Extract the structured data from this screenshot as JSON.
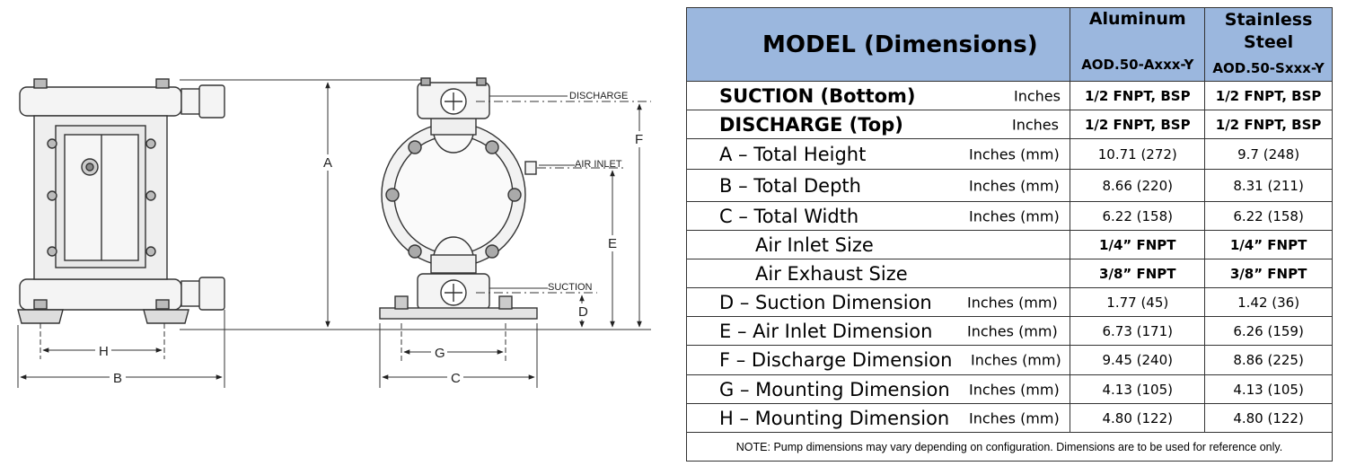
{
  "drawing": {
    "labels": {
      "discharge": "DISCHARGE",
      "air_inlet": "AIR INLET",
      "suction": "SUCTION",
      "a": "A",
      "b": "B",
      "c": "C",
      "d": "D",
      "e": "E",
      "f": "F",
      "g": "G",
      "h": "H"
    }
  },
  "table": {
    "header": {
      "model": "MODEL (Dimensions)",
      "aluminum_line1": "Aluminum",
      "aluminum_code": "AOD.50-Axxx-Y",
      "stainless_line1": "Stainless",
      "stainless_line2": "Steel",
      "stainless_code": "AOD.50-Sxxx-Y"
    },
    "rows": [
      {
        "label": "SUCTION (Bottom)",
        "unit": "Inches",
        "aluminum": "1/2 FNPT, BSP",
        "stainless": "1/2 FNPT, BSP"
      },
      {
        "label": "DISCHARGE (Top)",
        "unit": "Inches",
        "aluminum": "1/2 FNPT, BSP",
        "stainless": "1/2 FNPT, BSP"
      },
      {
        "label": "A – Total Height",
        "unit": "Inches (mm)",
        "aluminum": "10.71 (272)",
        "stainless": "9.7 (248)"
      },
      {
        "label": "B – Total Depth",
        "unit": "Inches (mm)",
        "aluminum": "8.66 (220)",
        "stainless": "8.31 (211)"
      },
      {
        "label": "C – Total Width",
        "unit": "Inches (mm)",
        "aluminum": "6.22 (158)",
        "stainless": "6.22 (158)"
      },
      {
        "label": "Air Inlet Size",
        "unit": "",
        "aluminum": "1/4” FNPT",
        "stainless": "1/4” FNPT"
      },
      {
        "label": "Air Exhaust Size",
        "unit": "",
        "aluminum": "3/8” FNPT",
        "stainless": "3/8” FNPT"
      },
      {
        "label": "D – Suction Dimension",
        "unit": "Inches (mm)",
        "aluminum": "1.77 (45)",
        "stainless": "1.42 (36)"
      },
      {
        "label": "E – Air Inlet Dimension",
        "unit": "Inches (mm)",
        "aluminum": "6.73 (171)",
        "stainless": "6.26 (159)"
      },
      {
        "label": "F – Discharge Dimension",
        "unit": "Inches (mm)",
        "aluminum": "9.45 (240)",
        "stainless": "8.86 (225)"
      },
      {
        "label": "G – Mounting Dimension",
        "unit": "Inches (mm)",
        "aluminum": "4.13 (105)",
        "stainless": "4.13 (105)"
      },
      {
        "label": "H – Mounting Dimension",
        "unit": "Inches (mm)",
        "aluminum": "4.80 (122)",
        "stainless": "4.80 (122)"
      }
    ],
    "note": "NOTE: Pump dimensions may vary depending on configuration.  Dimensions are to be used for reference only."
  }
}
